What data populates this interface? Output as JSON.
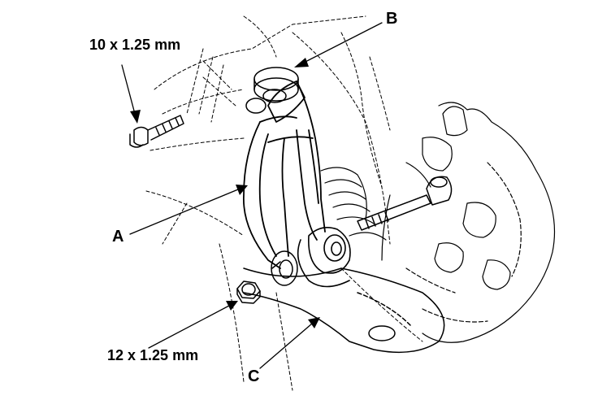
{
  "labels": {
    "a": "A",
    "b": "B",
    "c": "C"
  },
  "specs": {
    "upper_bolt": "10 x 1.25 mm",
    "lower_nut": "12 x 1.25 mm"
  },
  "colors": {
    "line": "#000000",
    "background": "#ffffff"
  }
}
